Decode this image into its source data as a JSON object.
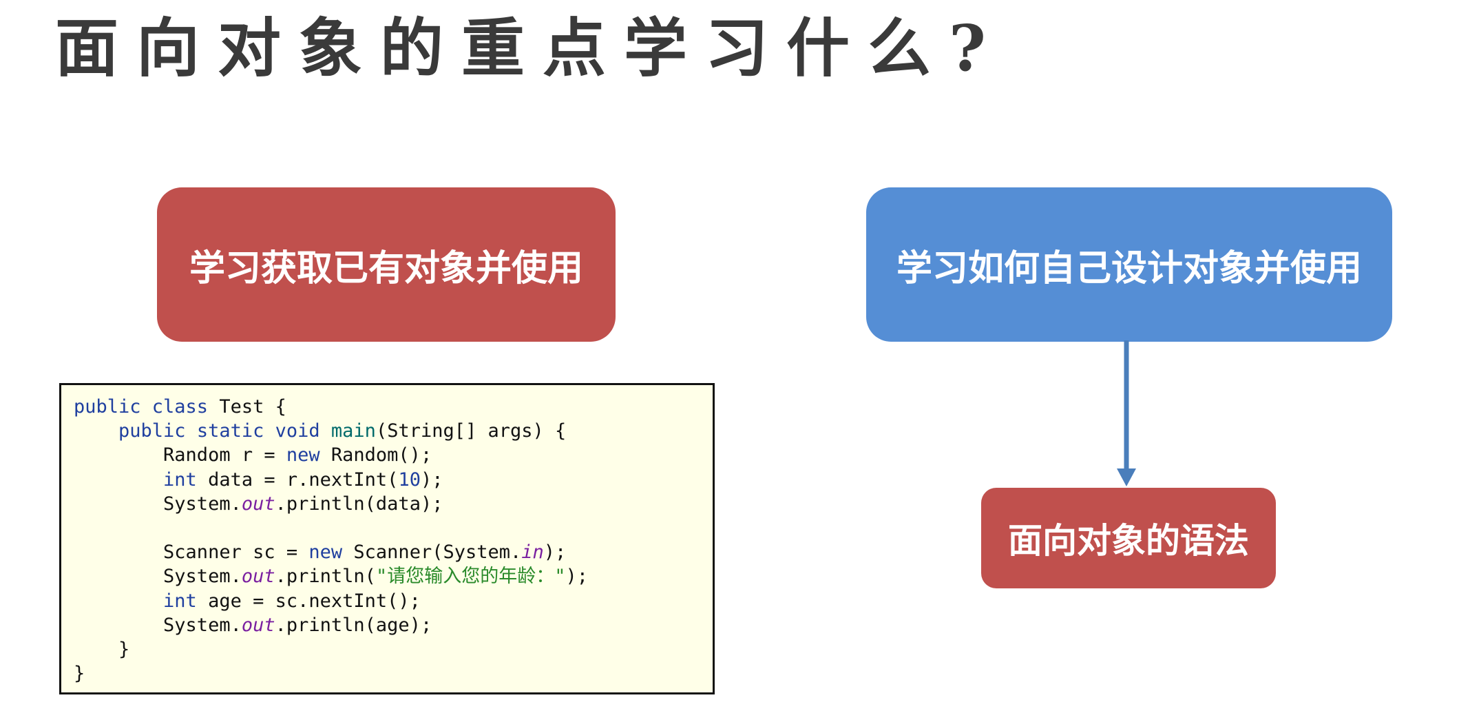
{
  "title": "面向对象的重点学习什么?",
  "boxes": {
    "left": "学习获取已有对象并使用",
    "right": "学习如何自己设计对象并使用",
    "bottom": "面向对象的语法"
  },
  "colors": {
    "red_box": "#c0504d",
    "blue_box": "#558ed5",
    "arrow": "#4a7ebb",
    "code_bg": "#ffffe8"
  },
  "code": {
    "lines": [
      [
        {
          "t": "public class",
          "c": "kw"
        },
        {
          "t": " Test {"
        }
      ],
      [
        {
          "t": "    "
        },
        {
          "t": "public static void",
          "c": "kw"
        },
        {
          "t": " "
        },
        {
          "t": "main",
          "c": "fn"
        },
        {
          "t": "(String[] args) {"
        }
      ],
      [
        {
          "t": "        Random r = "
        },
        {
          "t": "new",
          "c": "kw"
        },
        {
          "t": " Random();"
        }
      ],
      [
        {
          "t": "        "
        },
        {
          "t": "int",
          "c": "kw"
        },
        {
          "t": " data = r.nextInt("
        },
        {
          "t": "10",
          "c": "num"
        },
        {
          "t": ");"
        }
      ],
      [
        {
          "t": "        System."
        },
        {
          "t": "out",
          "c": "fld"
        },
        {
          "t": ".println(data);"
        }
      ],
      [
        {
          "t": ""
        }
      ],
      [
        {
          "t": "        Scanner sc = "
        },
        {
          "t": "new",
          "c": "kw"
        },
        {
          "t": " Scanner(System."
        },
        {
          "t": "in",
          "c": "fld"
        },
        {
          "t": ");"
        }
      ],
      [
        {
          "t": "        System."
        },
        {
          "t": "out",
          "c": "fld"
        },
        {
          "t": ".println("
        },
        {
          "t": "\"请您输入您的年龄：\"",
          "c": "str"
        },
        {
          "t": ");"
        }
      ],
      [
        {
          "t": "        "
        },
        {
          "t": "int",
          "c": "kw"
        },
        {
          "t": " age = sc.nextInt();"
        }
      ],
      [
        {
          "t": "        System."
        },
        {
          "t": "out",
          "c": "fld"
        },
        {
          "t": ".println(age);"
        }
      ],
      [
        {
          "t": "    }"
        }
      ],
      [
        {
          "t": "}"
        }
      ]
    ]
  }
}
